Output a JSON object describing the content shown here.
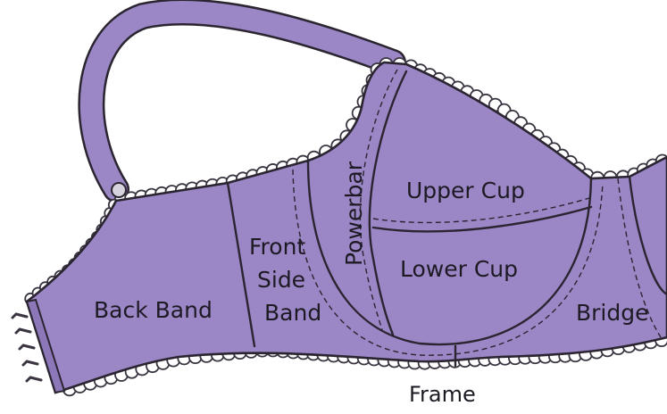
{
  "palette": {
    "fabric": "#9b86c6",
    "outline": "#2a2530",
    "lace": "#ffffff",
    "hook": "#3a3540"
  },
  "labels": {
    "back_band": "Back Band",
    "front_side_band_1": "Front",
    "front_side_band_2": "Side",
    "front_side_band_3": "Band",
    "powerbar": "Powerbar",
    "upper_cup": "Upper Cup",
    "lower_cup": "Lower Cup",
    "bridge": "Bridge",
    "frame": "Frame"
  }
}
